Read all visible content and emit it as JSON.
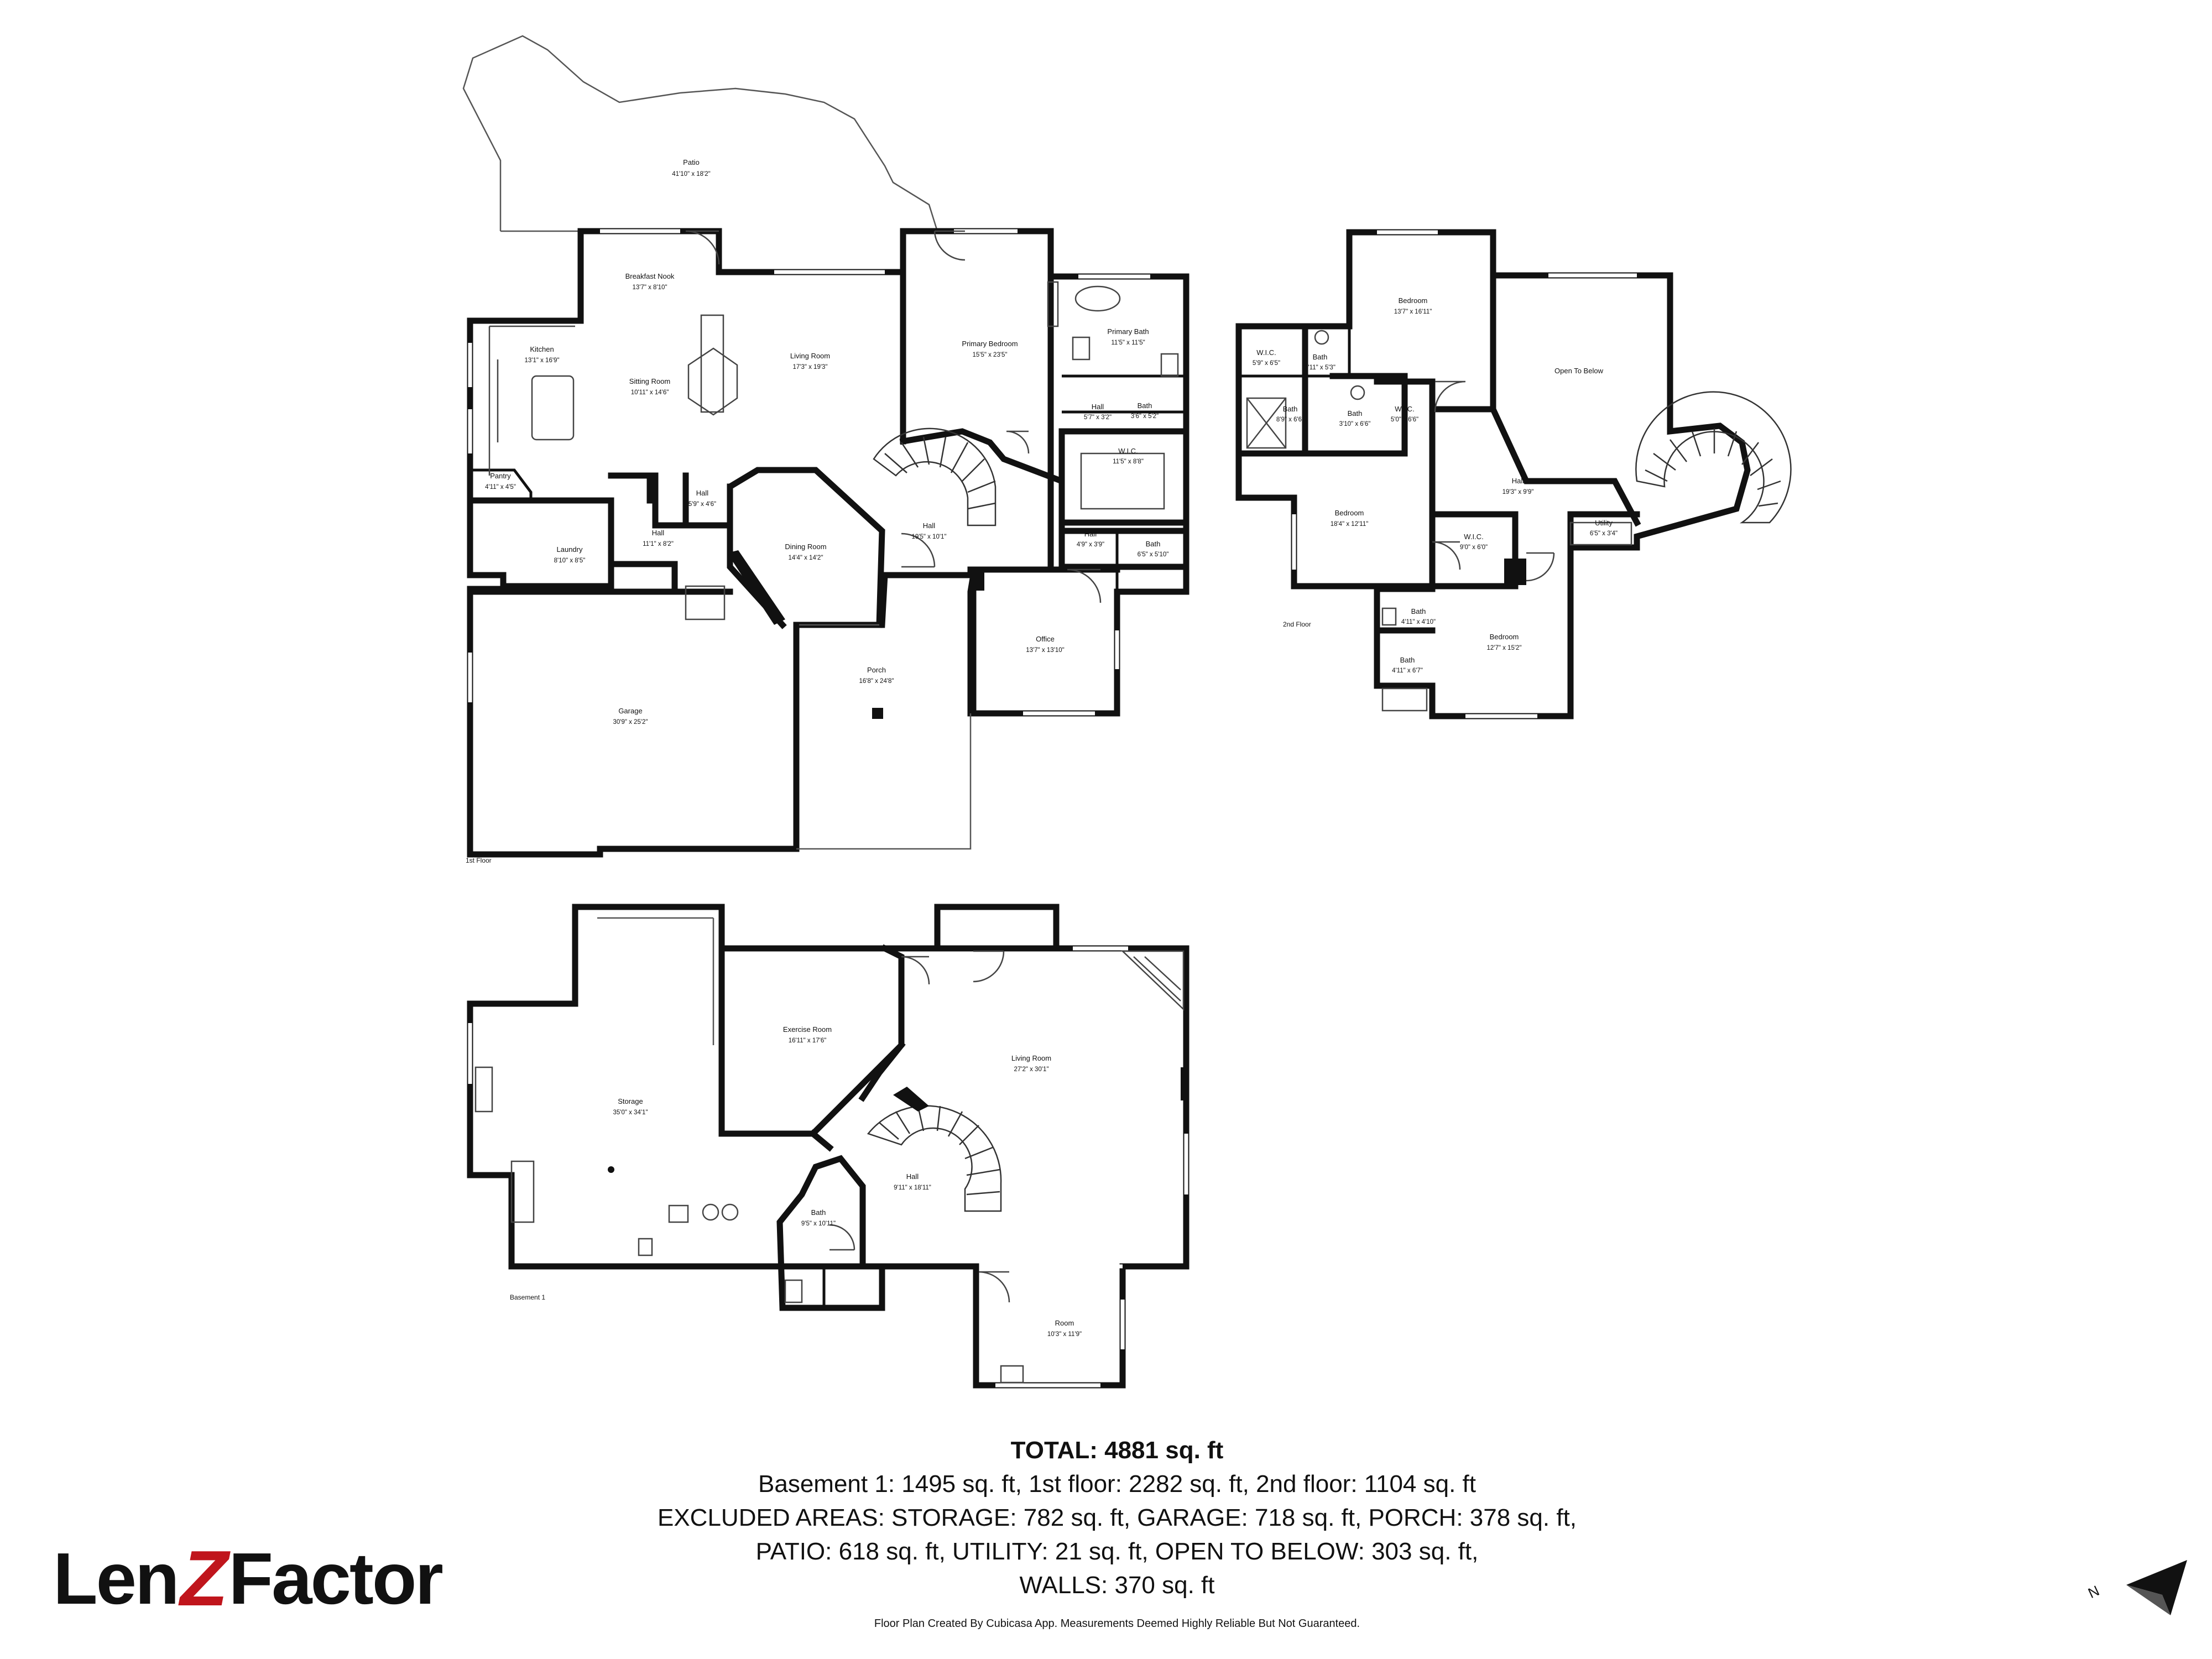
{
  "floor_labels": {
    "first": "1st Floor",
    "second": "2nd Floor",
    "basement": "Basement 1"
  },
  "rooms": {
    "patio": {
      "name": "Patio",
      "dims": "41'10\" x 18'2\""
    },
    "breakfast_nook": {
      "name": "Breakfast Nook",
      "dims": "13'7\" x 8'10\""
    },
    "kitchen": {
      "name": "Kitchen",
      "dims": "13'1\" x 16'9\""
    },
    "sitting_room": {
      "name": "Sitting Room",
      "dims": "10'11\" x 14'6\""
    },
    "living_room_1": {
      "name": "Living Room",
      "dims": "17'3\" x 19'3\""
    },
    "primary_bedroom": {
      "name": "Primary Bedroom",
      "dims": "15'5\" x 23'5\""
    },
    "primary_bath": {
      "name": "Primary Bath",
      "dims": "11'5\" x 11'5\""
    },
    "hall_1": {
      "name": "Hall",
      "dims": "5'7\" x 3'2\""
    },
    "bath_1": {
      "name": "Bath",
      "dims": "3'6\" x 5'2\""
    },
    "wic_1": {
      "name": "W.I.C.",
      "dims": "11'5\" x 8'8\""
    },
    "pantry": {
      "name": "Pantry",
      "dims": "4'11\" x 4'5\""
    },
    "hall_2": {
      "name": "Hall",
      "dims": "5'9\" x 4'6\""
    },
    "hall_3": {
      "name": "Hall",
      "dims": "11'1\" x 8'2\""
    },
    "laundry": {
      "name": "Laundry",
      "dims": "8'10\" x 8'5\""
    },
    "dining_room": {
      "name": "Dining Room",
      "dims": "14'4\" x 14'2\""
    },
    "hall_4": {
      "name": "Hall",
      "dims": "19'5\" x 10'1\""
    },
    "hall_5": {
      "name": "Hall",
      "dims": "4'9\" x 3'9\""
    },
    "bath_2": {
      "name": "Bath",
      "dims": "6'5\" x 5'10\""
    },
    "office": {
      "name": "Office",
      "dims": "13'7\" x 13'10\""
    },
    "porch": {
      "name": "Porch",
      "dims": "16'8\" x 24'8\""
    },
    "garage": {
      "name": "Garage",
      "dims": "30'9\" x 25'2\""
    },
    "bedroom_a": {
      "name": "Bedroom",
      "dims": "13'7\" x 16'11\""
    },
    "wic_2": {
      "name": "W.I.C.",
      "dims": "5'9\" x 6'5\""
    },
    "bath_3": {
      "name": "Bath",
      "dims": "3'11\" x 5'3\""
    },
    "open_to_below": {
      "name": "Open To Below",
      "dims": ""
    },
    "bath_4": {
      "name": "Bath",
      "dims": "8'9\" x 6'6\""
    },
    "bath_5": {
      "name": "Bath",
      "dims": "3'10\" x 6'6\""
    },
    "wic_3": {
      "name": "W.I.C.",
      "dims": "5'0\" x 6'6\""
    },
    "bedroom_b": {
      "name": "Bedroom",
      "dims": "18'4\" x 12'11\""
    },
    "hall_6": {
      "name": "Hall",
      "dims": "19'3\" x 9'9\""
    },
    "wic_4": {
      "name": "W.I.C.",
      "dims": "9'0\" x 6'0\""
    },
    "utility": {
      "name": "Utility",
      "dims": "6'5\" x 3'4\""
    },
    "bath_6": {
      "name": "Bath",
      "dims": "4'11\" x 4'10\""
    },
    "bath_7": {
      "name": "Bath",
      "dims": "4'11\" x 6'7\""
    },
    "bedroom_c": {
      "name": "Bedroom",
      "dims": "12'7\" x 15'2\""
    },
    "exercise_room": {
      "name": "Exercise Room",
      "dims": "16'11\" x 17'6\""
    },
    "living_room_b": {
      "name": "Living Room",
      "dims": "27'2\" x 30'1\""
    },
    "storage": {
      "name": "Storage",
      "dims": "35'0\" x 34'1\""
    },
    "hall_b": {
      "name": "Hall",
      "dims": "9'11\" x 18'11\""
    },
    "bath_b": {
      "name": "Bath",
      "dims": "9'5\" x 10'11\""
    },
    "room_b": {
      "name": "Room",
      "dims": "10'3\" x 11'9\""
    }
  },
  "summary": {
    "total": "TOTAL: 4881 sq. ft",
    "line1": "Basement 1: 1495 sq. ft, 1st floor: 2282 sq. ft, 2nd floor: 1104 sq. ft",
    "line2": "EXCLUDED AREAS: STORAGE: 782 sq. ft, GARAGE: 718 sq. ft, PORCH: 378 sq. ft,",
    "line3": "PATIO: 618 sq. ft, UTILITY: 21 sq. ft, OPEN TO BELOW: 303 sq. ft,",
    "line4": "WALLS: 370 sq. ft"
  },
  "disclaimer": "Floor Plan Created By Cubicasa App. Measurements Deemed Highly Reliable But Not Guaranteed.",
  "logo": {
    "part1": "Len",
    "part2": "Z",
    "part3": "Factor",
    "accent_color": "#c0151c"
  },
  "compass": {
    "label": "N",
    "icon": "north-arrow-icon"
  }
}
